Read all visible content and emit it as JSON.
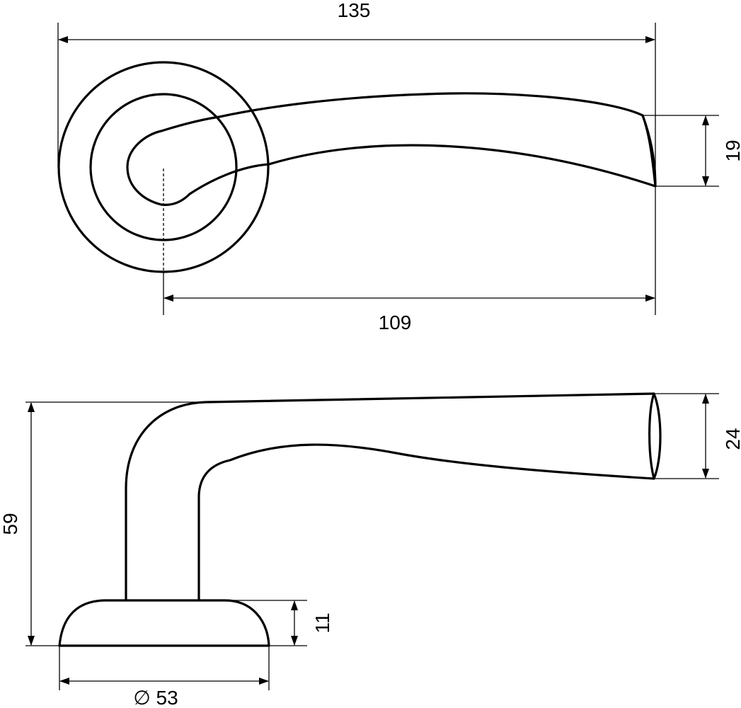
{
  "dimensions": {
    "overall_length": "135",
    "lever_length": "109",
    "grip_height": "19",
    "grip_thickness": "24",
    "total_height": "59",
    "rose_height": "11",
    "rose_diameter": "∅ 53"
  }
}
